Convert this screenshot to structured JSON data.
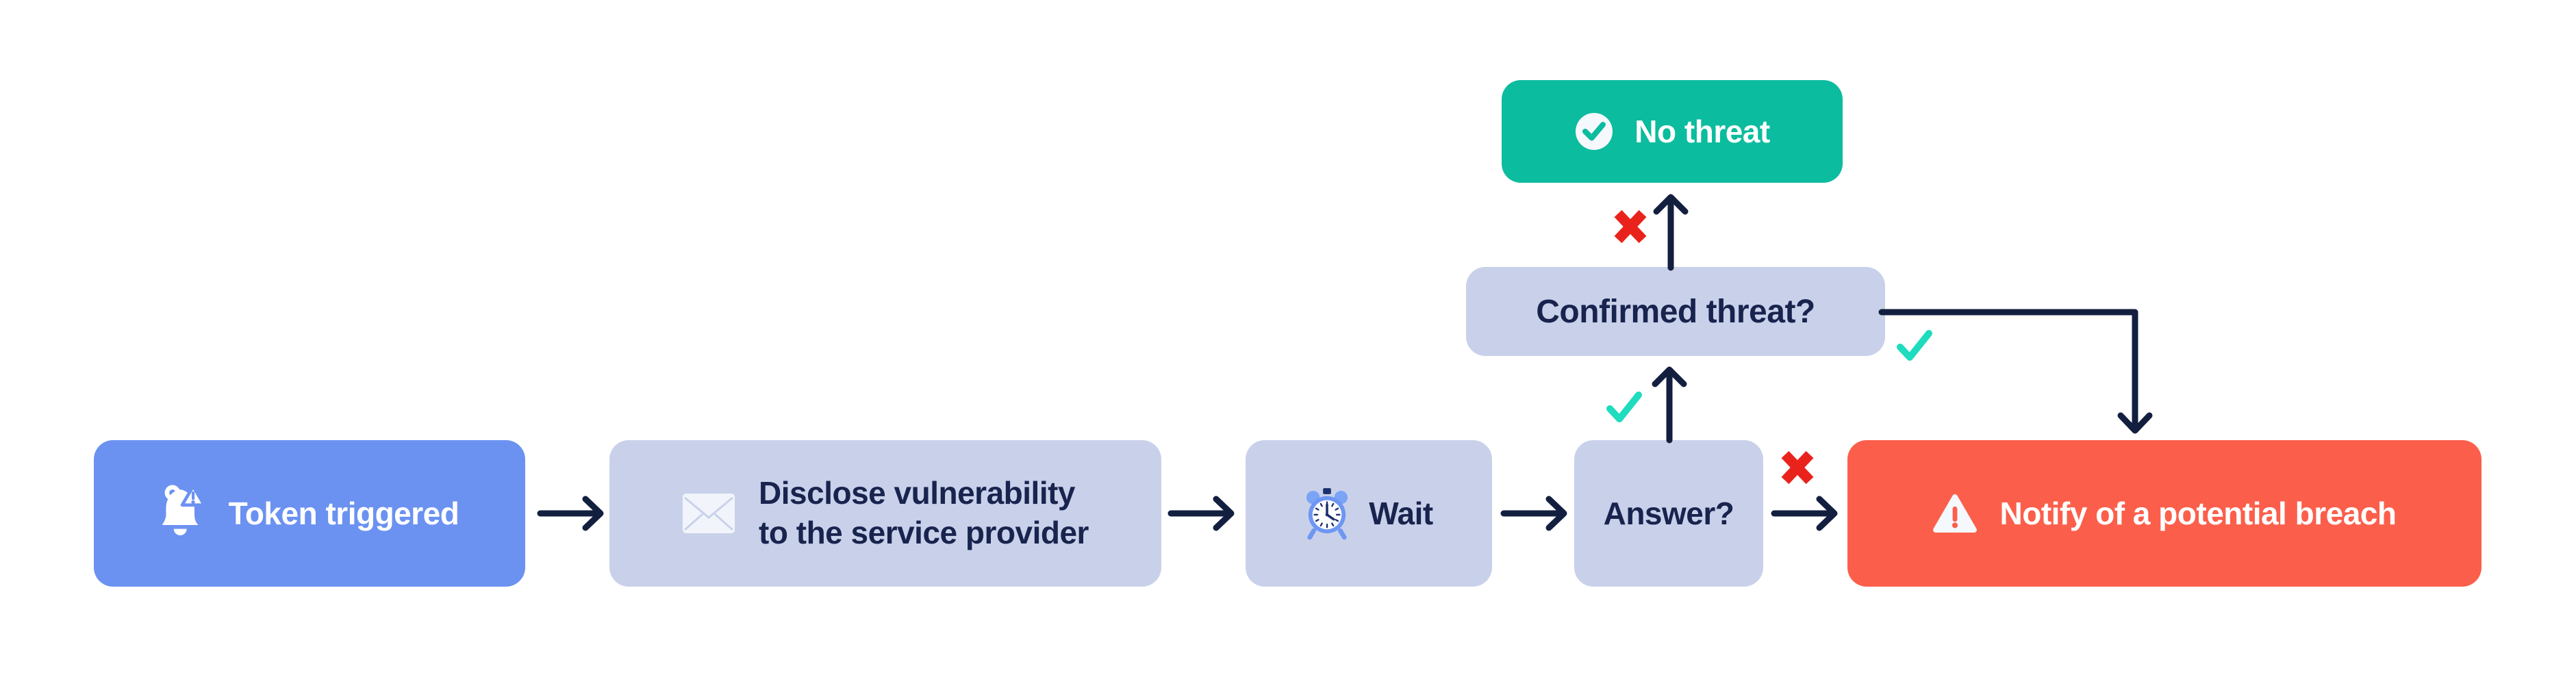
{
  "diagram": {
    "type": "flowchart",
    "nodes": {
      "token": {
        "label": "Token triggered"
      },
      "disclose": {
        "line1": "Disclose vulnerability",
        "line2": "to the service provider"
      },
      "wait": {
        "label": "Wait"
      },
      "answer": {
        "label": "Answer?"
      },
      "notify": {
        "label": "Notify of a potential breach"
      },
      "confirmed": {
        "label": "Confirmed threat?"
      },
      "no_threat": {
        "label": "No threat"
      }
    },
    "edges": [
      {
        "from": "token",
        "to": "disclose"
      },
      {
        "from": "disclose",
        "to": "wait"
      },
      {
        "from": "wait",
        "to": "answer"
      },
      {
        "from": "answer",
        "to": "notify",
        "marker": "cross-no"
      },
      {
        "from": "answer",
        "to": "confirmed",
        "marker": "check-yes"
      },
      {
        "from": "confirmed",
        "to": "no_threat",
        "marker": "cross-no"
      },
      {
        "from": "confirmed",
        "to": "notify",
        "marker": "check-yes"
      }
    ],
    "icons": {
      "token": "bell-alert-icon",
      "disclose": "envelope-icon",
      "wait": "alarm-clock-icon",
      "notify": "warning-triangle-icon",
      "no_threat": "check-circle-icon"
    }
  },
  "colors": {
    "blue": "#6B92F1",
    "lavender": "#C9D1EA",
    "teal": "#0CBC9E",
    "red": "#FB5F4B",
    "navy": "#18244E",
    "ink": "#131F3F",
    "crossRed": "#E9231B",
    "checkTeal": "#1EDCBD",
    "iconWhite": "#F5F8FD",
    "clockBlue": "#7BA3F6",
    "clockRing": "#6E96F3",
    "clockNavy": "#1B2F6E"
  }
}
